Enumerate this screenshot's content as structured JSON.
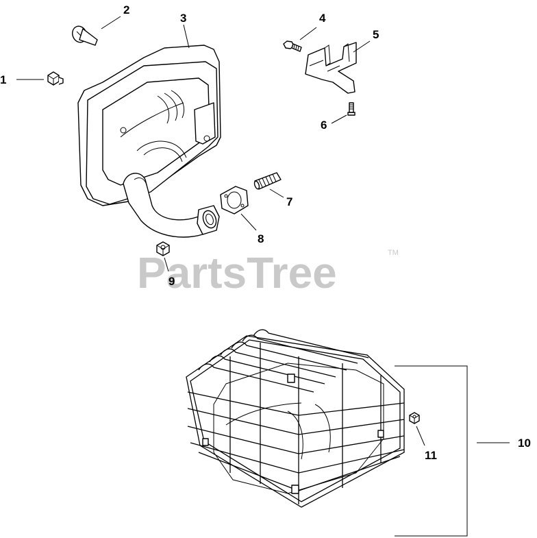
{
  "watermark": {
    "text": "PartsTree",
    "mark": "TM"
  },
  "callouts": [
    "1",
    "2",
    "3",
    "4",
    "5",
    "6",
    "7",
    "8",
    "9",
    "10",
    "11"
  ]
}
